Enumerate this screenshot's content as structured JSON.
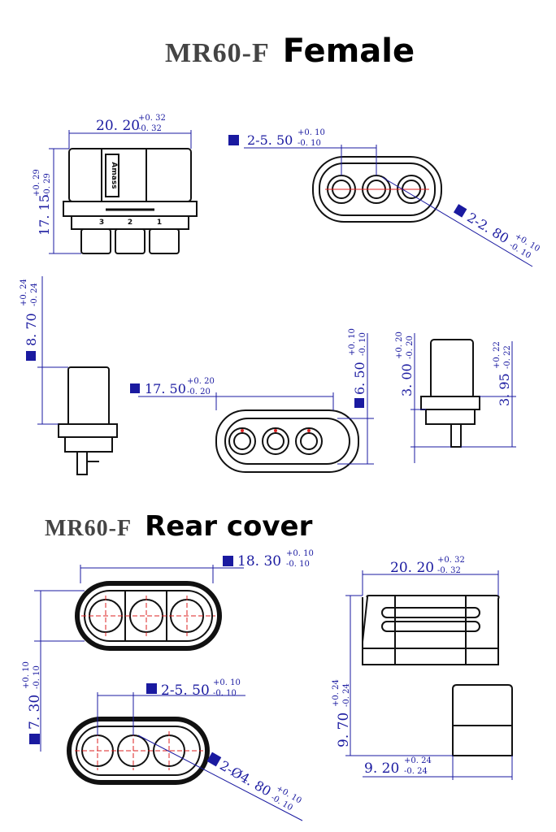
{
  "section_female": {
    "model": "MR60-F",
    "name": "Female"
  },
  "section_rear": {
    "model": "MR60-F",
    "name": "Rear cover"
  },
  "female": {
    "width": {
      "base": "20. 20",
      "plus": "+0. 32",
      "minus": "-0. 32"
    },
    "height": {
      "base": "17. 15",
      "plus": "+0. 29",
      "minus": "-0. 29"
    },
    "pitch": {
      "base": "2-5. 50",
      "plus": "+0. 10",
      "minus": "-0. 10"
    },
    "hole": {
      "base": "2-2. 80",
      "plus": "+0. 10",
      "minus": "-0. 10"
    },
    "pin_length": {
      "base": "8. 70",
      "plus": "+0. 24",
      "minus": "-0. 24"
    },
    "body_width": {
      "base": "17. 50",
      "plus": "+0. 20",
      "minus": "-0. 20"
    },
    "body_height": {
      "base": "6. 50",
      "plus": "+0. 10",
      "minus": "-0. 10"
    },
    "side_a": {
      "base": "3. 00",
      "plus": "+0. 20",
      "minus": "-0. 20"
    },
    "side_b": {
      "base": "3. 95",
      "plus": "+0. 22",
      "minus": "-0. 22"
    },
    "pin_numbers": [
      "3",
      "2",
      "1"
    ],
    "brand": "Amass"
  },
  "rear": {
    "width": {
      "base": "18. 30",
      "plus": "+0. 10",
      "minus": "-0. 10"
    },
    "height": {
      "base": "7. 30",
      "plus": "+0. 10",
      "minus": "-0. 10"
    },
    "pitch": {
      "base": "2-5. 50",
      "plus": "+0. 10",
      "minus": "-0. 10"
    },
    "hole": {
      "base": "2-Ø4. 80",
      "plus": "+0. 10",
      "minus": "-0. 10"
    },
    "outer_width": {
      "base": "20. 20",
      "plus": "+0. 32",
      "minus": "-0. 32"
    },
    "outer_height": {
      "base": "9. 70",
      "plus": "+0. 24",
      "minus": "-0. 24"
    },
    "side_width": {
      "base": "9. 20",
      "plus": "+0. 24",
      "minus": "-0. 24"
    }
  }
}
